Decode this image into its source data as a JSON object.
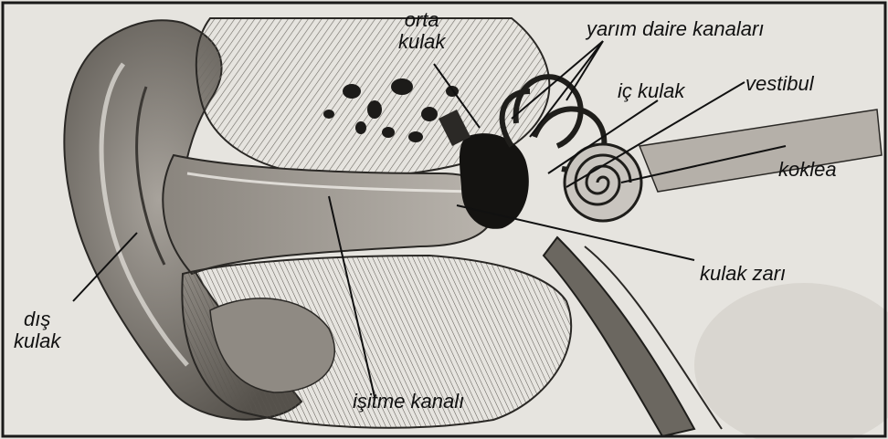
{
  "diagram": {
    "labels": {
      "middle_ear": [
        "orta",
        "kulak"
      ],
      "semicircular_canals": "yarım daire kanaları",
      "inner_ear": "iç kulak",
      "vestibule": "vestibul",
      "cochlea": "koklea",
      "outer_ear": [
        "dış",
        "kulak"
      ],
      "eardrum": "kulak zarı",
      "ear_canal": "işitme kanalı"
    },
    "colors": {
      "frame": "#1a1a1a",
      "ink": "#111111",
      "paper": "#e9e7e3"
    }
  }
}
